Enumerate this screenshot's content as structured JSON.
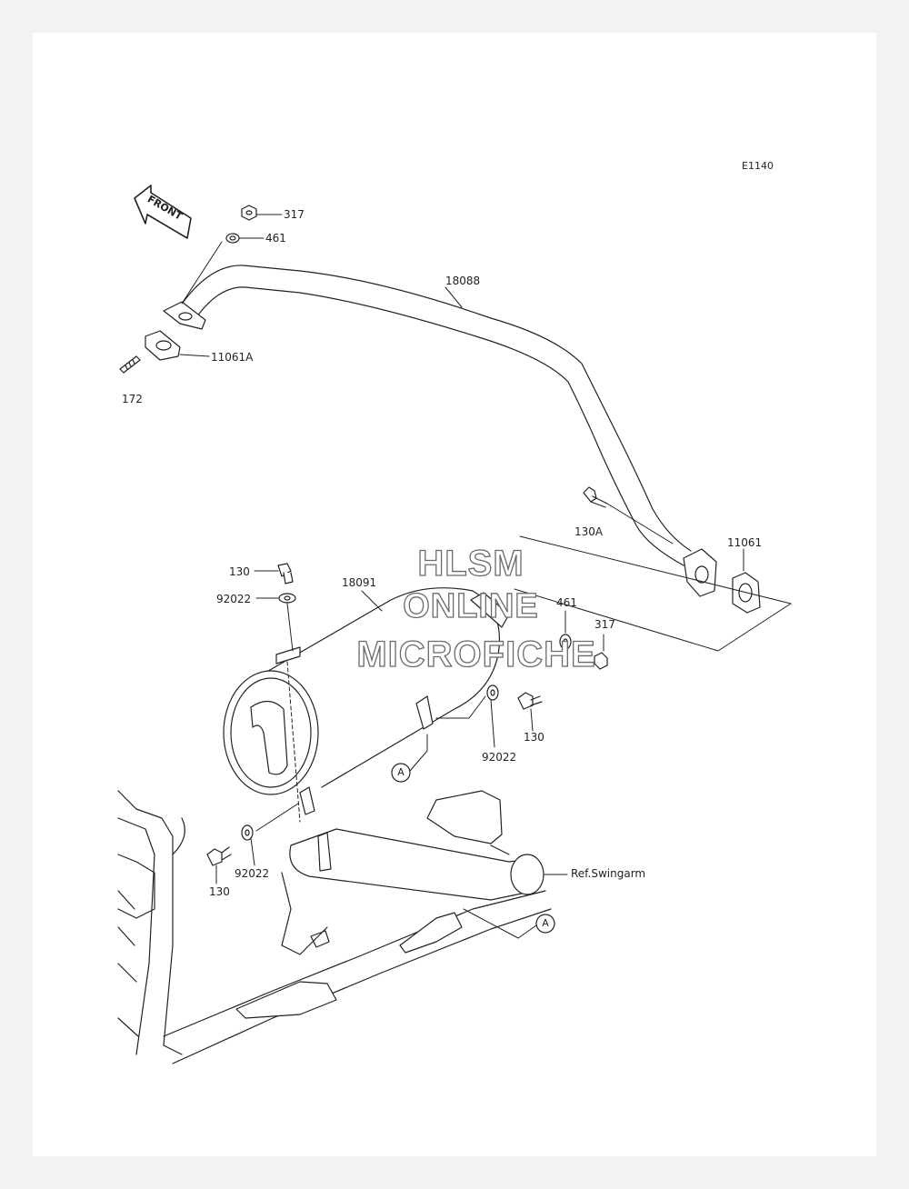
{
  "diagram": {
    "code": "E1140",
    "front_label": "FRONT",
    "watermark": [
      "HLSM",
      "ONLINE",
      "MICROFICHE"
    ],
    "ref_label": "Ref.Swingarm",
    "callout_letter": "A",
    "parts": {
      "nut_317_top": "317",
      "washer_461_top": "461",
      "exhaust_pipe": "18088",
      "gasket_11061a": "11061A",
      "stud_172": "172",
      "bolt_130a": "130A",
      "gasket_11061": "11061",
      "bolt_130_top": "130",
      "washer_92022_top": "92022",
      "muffler": "18091",
      "washer_461_right": "461",
      "nut_317_right": "317",
      "bolt_130_right": "130",
      "washer_92022_right": "92022",
      "bolt_130_bottom": "130",
      "washer_92022_bottom": "92022"
    }
  }
}
